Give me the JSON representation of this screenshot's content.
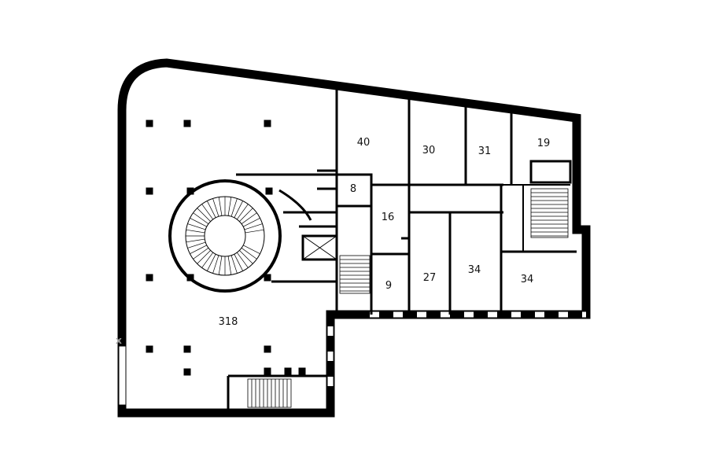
{
  "plan": {
    "colors": {
      "wall": "#000000",
      "background": "#ffffff",
      "marker": "#9a9a9a"
    },
    "marker": "x",
    "rooms": {
      "r318": "318",
      "r40": "40",
      "r30": "30",
      "r31": "31",
      "r19": "19",
      "r8": "8",
      "r16": "16",
      "r9": "9",
      "r27": "27",
      "r34a": "34",
      "r34b": "34"
    }
  }
}
